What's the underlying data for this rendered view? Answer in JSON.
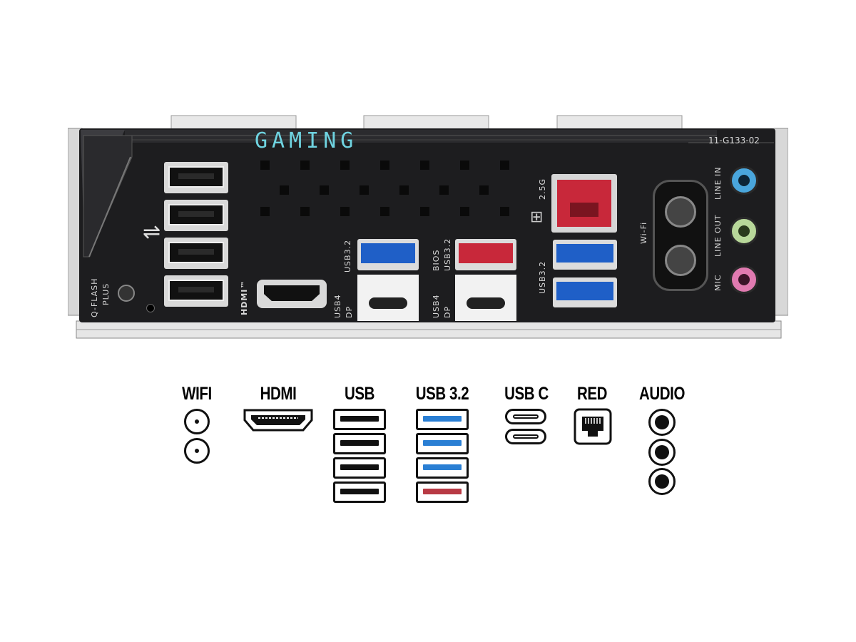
{
  "shield": {
    "brand_text": "GAMING",
    "part_number": "11-G133-02",
    "qflash_label_1": "Q-FLASH",
    "qflash_label_2": "PLUS",
    "usb_icon": "usb-icon",
    "hdmi_label": "HDMI™",
    "usb32_label_a": "USB3.2",
    "usb4_label_a_1": "USB4",
    "usb4_label_a_2": "DP",
    "bios_label_1": "BIOS",
    "bios_label_2": "USB3.2",
    "usb4_label_b_1": "USB4",
    "usb4_label_b_2": "DP",
    "lan_speed_label": "2.5G",
    "lan_icon": "network-icon",
    "usb32_label_b": "USB3.2",
    "wifi_label": "Wi-Fi",
    "line_in_label": "LINE IN",
    "line_out_label": "LINE OUT",
    "mic_label": "MIC",
    "colors": {
      "plate": "#1d1d1f",
      "usb_blue": "#1f5fc7",
      "usb_red": "#c8283a",
      "lan_red": "#c8283a",
      "line_in": "#4aa6dc",
      "line_out": "#b8d89a",
      "mic": "#e07ab0",
      "gaming_text": "#6fd3e0"
    }
  },
  "legend": {
    "wifi": "WIFI",
    "hdmi": "HDMI",
    "usb": "USB",
    "usb32": "USB 3.2",
    "usbc": "USB C",
    "red": "RED",
    "audio": "AUDIO",
    "colors": {
      "usb32_blue": "#2a7fd4",
      "usb32_red": "#b83a44",
      "usb_black": "#111111"
    }
  }
}
